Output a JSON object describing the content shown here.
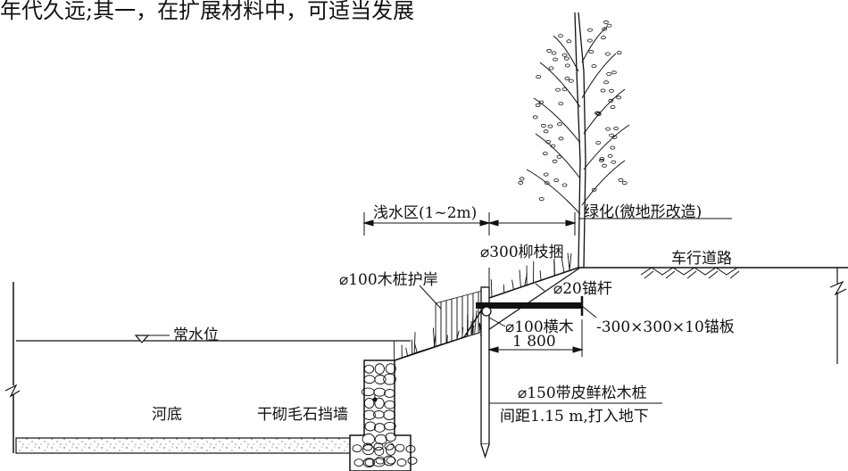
{
  "top_text": "年代久远;其一，在扩展材料中，可适当发展",
  "labels": {
    "shallow_zone": "浅水区(1~2m)",
    "greening": "绿化(微地形改造)",
    "willow_bundle": "⌀300柳枝捆",
    "road": "车行道路",
    "wood_pile_bank": "⌀100木桩护岸",
    "anchor_rod": "⌀20锚杆",
    "normal_water": "常水位",
    "cross_timber": "⌀100横木",
    "anchor_plate": "-300×300×10锚板",
    "dim_1800": "1 800",
    "pine_pile": "⌀150带皮鲜松木桩",
    "pile_spacing": "间距1.15 m,打入地下",
    "riverbed": "河底",
    "stone_wall": "干砌毛石挡墙"
  }
}
